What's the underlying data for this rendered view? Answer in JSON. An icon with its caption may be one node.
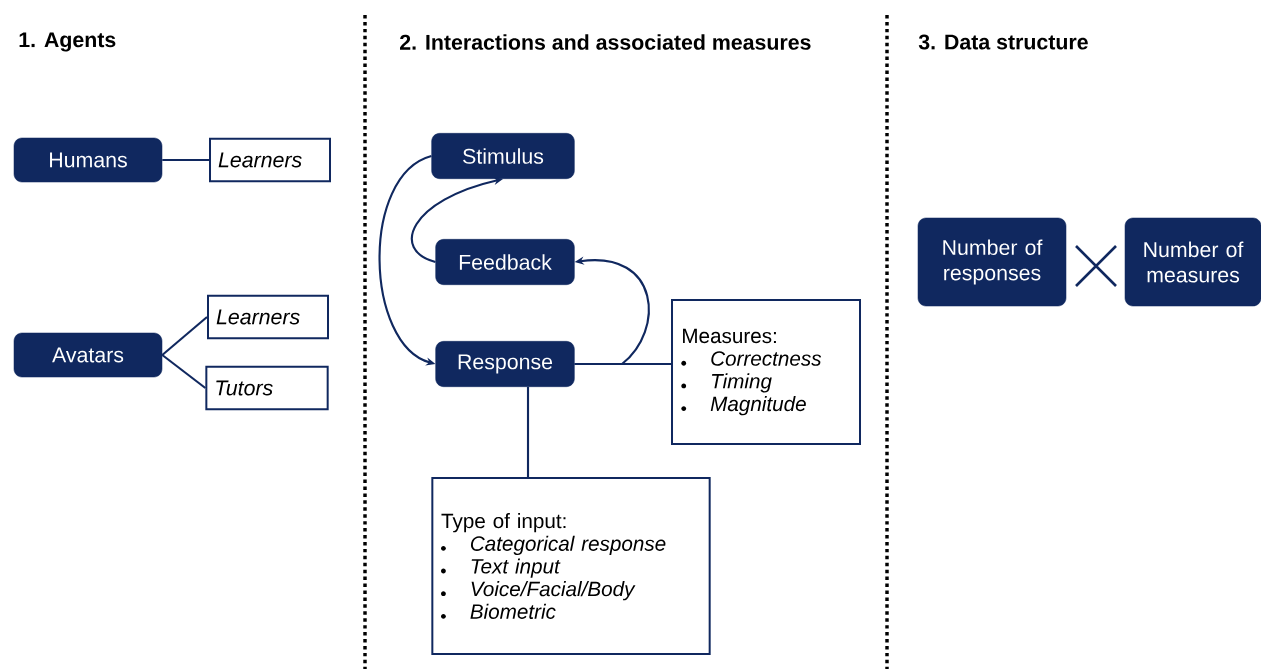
{
  "diagram": {
    "nodes": [
      {
        "text": [
          "Humans"
        ]
      },
      {
        "text": [
          "Learners"
        ]
      },
      {
        "text": [
          "Avatars"
        ]
      },
      {
        "text": [
          "Learners"
        ]
      },
      {
        "text": [
          "Tutors"
        ]
      },
      {
        "text": [
          "Stimulus"
        ]
      },
      {
        "text": [
          "Feedback"
        ]
      },
      {
        "text": [
          "Response"
        ]
      },
      {
        "text": [
          "Measures:",
          "Correctness",
          "Timing",
          "Magnitude"
        ]
      },
      {
        "text": [
          "Type of input:",
          "Categorical response",
          "Text input",
          "Voice/Facial/Body",
          "Biometric"
        ]
      },
      {
        "text": [
          "Number of responses"
        ]
      },
      {
        "text": [
          "Number of measures"
        ]
      }
    ],
    "edges": [
      {
        "from": 0,
        "to": 1,
        "arrow": "none"
      },
      {
        "from": 2,
        "to": 3,
        "arrow": "none"
      },
      {
        "from": 2,
        "to": 4,
        "arrow": "none"
      },
      {
        "from": 5,
        "to": 7,
        "arrow": "to"
      },
      {
        "from": 6,
        "to": 5,
        "arrow": "to"
      },
      {
        "from": 7,
        "to": 6,
        "arrow": "to"
      },
      {
        "from": 7,
        "to": 8,
        "arrow": "none"
      },
      {
        "from": 7,
        "to": 9,
        "arrow": "none"
      }
    ],
    "labels": [
      "1. Agents",
      "2. Interactions and associated measures",
      "3. Data structure"
    ]
  }
}
